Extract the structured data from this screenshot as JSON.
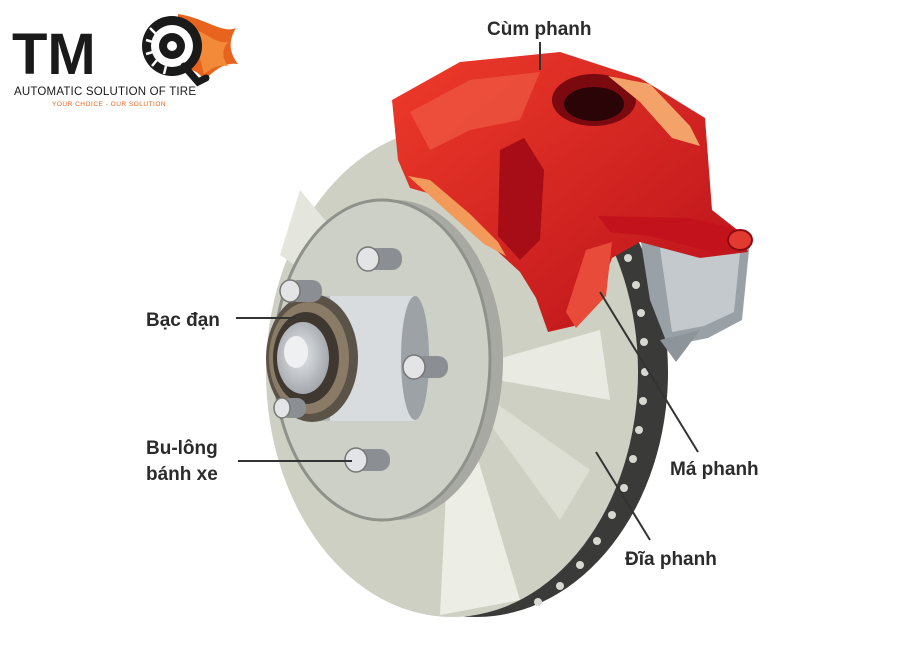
{
  "logo": {
    "mark": "TM",
    "tagline": "AUTOMATIC SOLUTION OF TIRE",
    "slogan": "YOUR CHOICE - OUR SOLUTION",
    "icon": "tire-flame-icon",
    "accent_color": "#e8641e"
  },
  "labels": {
    "caliper": "Cùm phanh",
    "bearing": "Bạc đạn",
    "lug_bolt_line1": "Bu-lông",
    "lug_bolt_line2": "bánh xe",
    "brake_pad": "Má phanh",
    "disc": "Đĩa phanh"
  },
  "colors": {
    "caliper": "#d9191c",
    "disc": "#cfd0c4",
    "hub": "#a9acb0",
    "text": "#2b2b2b"
  }
}
